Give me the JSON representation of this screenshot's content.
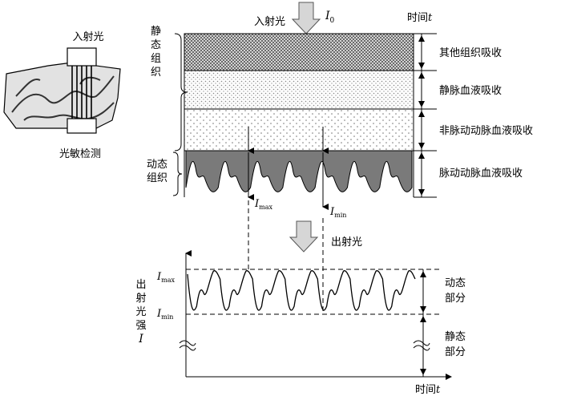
{
  "finger": {
    "label_incident": "入射光",
    "label_detector": "光敏检测"
  },
  "top": {
    "incident_label": "入射光",
    "I0_main": "I",
    "I0_sub": "0",
    "time_label": "时间",
    "time_var": "t",
    "static_tissue": [
      "静",
      "态",
      "组",
      "织"
    ],
    "dynamic_tissue": [
      "动态",
      "组织"
    ],
    "layers": [
      {
        "label": "其他组织吸收",
        "pattern": "crosshatch"
      },
      {
        "label": "静脉血液吸收",
        "pattern": "fine-dots"
      },
      {
        "label": "非脉动动脉血液吸收",
        "pattern": "sparse-dots"
      },
      {
        "label": "脉动动脉血液吸收",
        "pattern": "peaks"
      }
    ],
    "Imax_main": "I",
    "Imax_sub": "max",
    "Imin_main": "I",
    "Imin_sub": "min",
    "pulse_count": 7
  },
  "middle": {
    "outgoing_label": "出射光"
  },
  "bottom": {
    "ylabel_chars": [
      "出",
      "射",
      "光",
      "强"
    ],
    "ylabel_var": "I",
    "Imax_main": "I",
    "Imax_sub": "max",
    "Imin_main": "I",
    "Imin_sub": "min",
    "dynamic_part": [
      "动态",
      "部分"
    ],
    "static_part": [
      "静态",
      "部分"
    ],
    "time_label": "时间",
    "time_var": "t",
    "pulse_count": 7
  },
  "colors": {
    "line": "#000000",
    "arrow_fill": "#d6d6d6",
    "peak_fill": "#7a7a7a",
    "tissue_fill": "#c8c8c8"
  }
}
